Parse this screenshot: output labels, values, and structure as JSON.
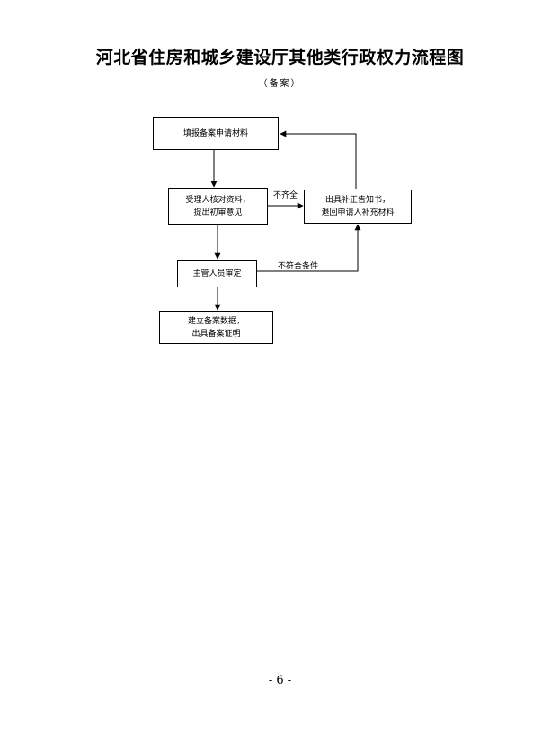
{
  "document": {
    "title": "河北省住房和城乡建设厅其他类行政权力流程图",
    "subtitle": "（备案）",
    "page_number": "- 6 -"
  },
  "flowchart": {
    "nodes": {
      "submit": "填报备案申请材料",
      "review": "受理人核对资料，\n提出初审意见",
      "supplement": "出具补正告知书，\n退回申请人补充材料",
      "supervisor": "主管人员审定",
      "archive": "建立备案数据，\n出具备案证明"
    },
    "edges": {
      "incomplete": "不齐全",
      "not_qualified": "不符合条件"
    }
  }
}
